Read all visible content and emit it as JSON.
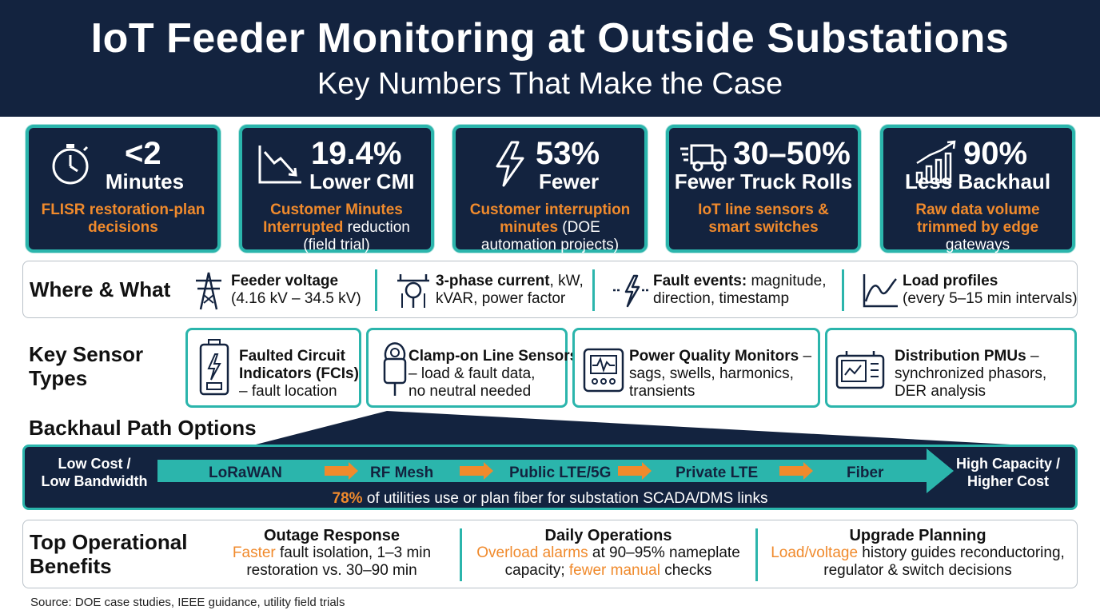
{
  "header": {
    "title": "IoT Feeder Monitoring at Outside Substations",
    "subtitle": "Key Numbers That Make the Case"
  },
  "kpis": [
    {
      "icon": "stopwatch-icon",
      "value": "<2",
      "unit": "Minutes",
      "desc_highlight": "FLISR restoration-plan decisions",
      "desc_rest": ""
    },
    {
      "icon": "trend-down-icon",
      "value": "19.4%",
      "unit": "Lower CMI",
      "desc_highlight_1": "Customer Minutes",
      "desc_highlight_2": "Interrupted",
      "desc_rest_1": " reduction",
      "desc_rest_2": "(field trial)"
    },
    {
      "icon": "lightning-icon",
      "value": "53%",
      "unit": "Fewer",
      "desc_highlight_1": "Customer interruption",
      "desc_highlight_2": "minutes",
      "desc_rest_1": " (DOE",
      "desc_rest_2": "automation projects)"
    },
    {
      "icon": "truck-icon",
      "value": "30–50%",
      "unit": "Fewer Truck Rolls",
      "desc_highlight_1": "IoT line sensors &",
      "desc_highlight_2": "smart switches"
    },
    {
      "icon": "bar-growth-icon",
      "value": "90%",
      "unit": "Less Backhaul",
      "desc_highlight_1": "Raw data volume",
      "desc_highlight_2": "trimmed by edge",
      "desc_rest_2": "gateways"
    }
  ],
  "where": {
    "label": "Where & What",
    "items": [
      {
        "icon": "transmission-tower-icon",
        "bold": "Feeder voltage",
        "rest": "",
        "line2": "(4.16 kV – 34.5 kV)"
      },
      {
        "icon": "current-clamp-icon",
        "bold": "3-phase current",
        "rest": ", kW,",
        "line2": "kVAR, power factor"
      },
      {
        "icon": "fault-bolt-icon",
        "bold": "Fault events:",
        "rest": " magnitude,",
        "line2": "direction, timestamp"
      },
      {
        "icon": "load-curve-icon",
        "bold": "Load profiles",
        "rest": "",
        "line2": "(every 5–15 min intervals)"
      }
    ]
  },
  "sensors": {
    "label_1": "Key Sensor",
    "label_2": "Types",
    "items": [
      {
        "icon": "fci-device-icon",
        "bold_1": "Faulted Circuit",
        "bold_2": "Indicators (FCIs)",
        "rest": "– fault location"
      },
      {
        "icon": "clamp-sensor-icon",
        "bold_1": "Clamp-on Line Sensors",
        "line_2": "– load & fault data,",
        "line_3": "no neutral needed"
      },
      {
        "icon": "pq-monitor-icon",
        "bold_1": "Power Quality Monitors",
        "rest_1": " –",
        "line_2": "sags, swells, harmonics,",
        "line_3": "transients"
      },
      {
        "icon": "pmu-device-icon",
        "bold_1": "Distribution PMUs",
        "rest_1": " –",
        "line_2": "synchronized phasors,",
        "line_3": "DER analysis"
      }
    ]
  },
  "backhaul": {
    "label": "Backhaul Path Options",
    "left_1": "Low Cost /",
    "left_2": "Low Bandwidth",
    "right_1": "High Capacity /",
    "right_2": "Higher Cost",
    "steps": [
      "LoRaWAN",
      "RF Mesh",
      "Public LTE/5G",
      "Private LTE",
      "Fiber"
    ],
    "note_highlight": "78%",
    "note_rest": " of utilities use or plan fiber for substation SCADA/DMS links"
  },
  "benefits": {
    "label_1": "Top Operational",
    "label_2": "Benefits",
    "items": [
      {
        "heading": "Outage Response",
        "hl": "Faster",
        "rest_1": " fault isolation, 1–3 min",
        "line_2": "restoration vs. 30–90 min"
      },
      {
        "heading": "Daily Operations",
        "hl": "Overload alarms",
        "rest_1": " at 90–95% nameplate",
        "line_2a": "capacity; ",
        "hl_2": "fewer manual",
        "line_2b": " checks"
      },
      {
        "heading": "Upgrade Planning",
        "hl": "Load/voltage",
        "rest_1": " history guides reconductoring,",
        "line_2": "regulator & switch decisions"
      }
    ]
  },
  "source": "Source: DOE case studies, IEEE guidance, utility field trials",
  "colors": {
    "navy": "#13233f",
    "teal": "#2bb5ac",
    "orange": "#f08a2c"
  }
}
